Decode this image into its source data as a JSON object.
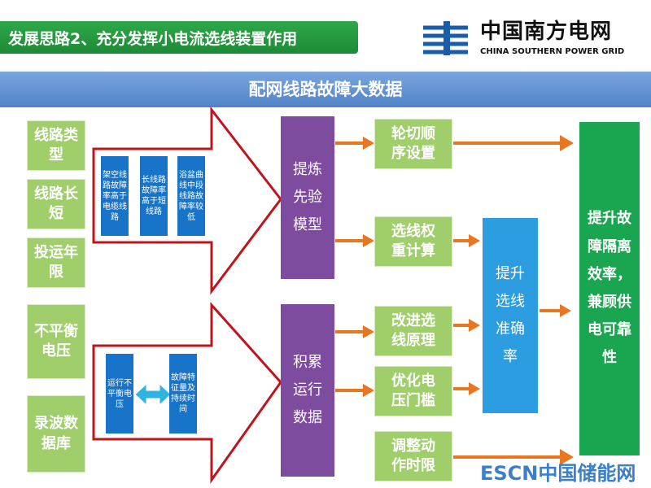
{
  "header": {
    "title": "发展思路2、充分发挥小电流选线装置作用"
  },
  "logo": {
    "cn": "中国南方电网",
    "en": "CHINA SOUTHERN POWER GRID"
  },
  "banner": "配网线路故障大数据",
  "left_items": [
    "线路类型",
    "线路长短",
    "投运年限",
    "不平衡电压",
    "录波数据库"
  ],
  "blue_notes_top": [
    "架空线路故障率高于电缆线路",
    "长线路故障率高于短线路",
    "浴盆曲线中段线路故障率较低"
  ],
  "blue_notes_bottom": [
    "运行不平衡电压",
    "故障特征量及持续时间"
  ],
  "purple": [
    "提炼先验模型",
    "积累运行数据"
  ],
  "steps": [
    "轮切顺序设置",
    "选线权重计算",
    "改进选线原理",
    "优化电压门槛",
    "调整动作时限"
  ],
  "middle_result": "提升选线准确率",
  "final_result": "提升故障隔离效率，兼顾供电可靠性",
  "watermark": "ESCN中国储能网",
  "colors": {
    "green": "#9fce6a",
    "purple": "#7e4c9e",
    "blue": "#2b9de0",
    "orange": "#e87722",
    "red": "#c0141c"
  }
}
